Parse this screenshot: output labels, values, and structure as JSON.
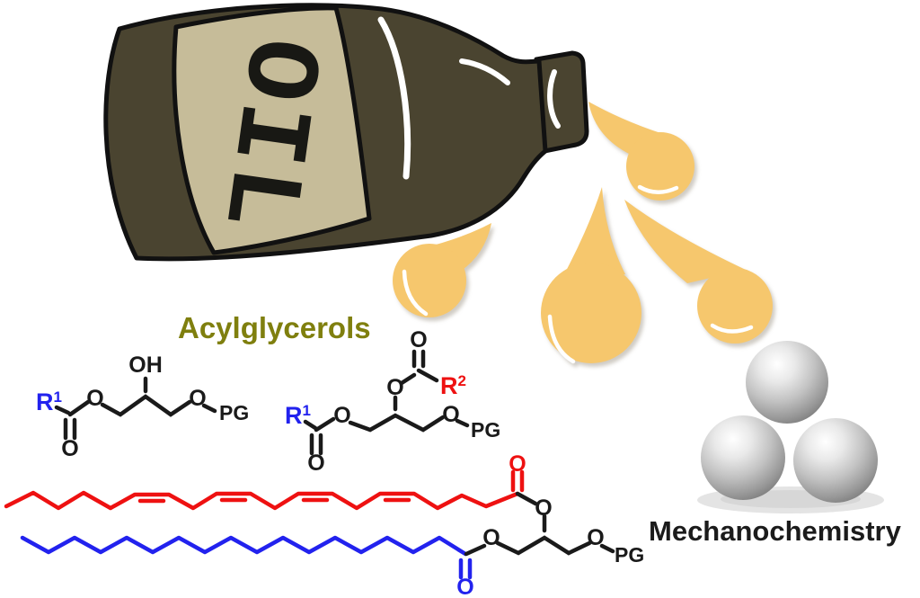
{
  "illustration": {
    "bottle": {
      "label": "OIL",
      "body_color": "#4a4430",
      "label_bg_color": "#c6bc99"
    },
    "title": {
      "text": "Acylglycerols",
      "color": "#7f7f0e"
    },
    "oil": {
      "drop_color": "#f6c76d",
      "drop_count": 4
    },
    "mechanochemistry": {
      "label": "Mechanochemistry"
    },
    "milling_balls": {
      "count": 3,
      "color": "#bdbdbd"
    },
    "atoms": {
      "o": "O",
      "oh": "OH",
      "pg": "PG",
      "r": "R",
      "sup1": "1",
      "sup2": "2"
    },
    "colors": {
      "red": "#ee1111",
      "blue": "#2222ee",
      "bond_black": "#1a1a1a"
    }
  }
}
